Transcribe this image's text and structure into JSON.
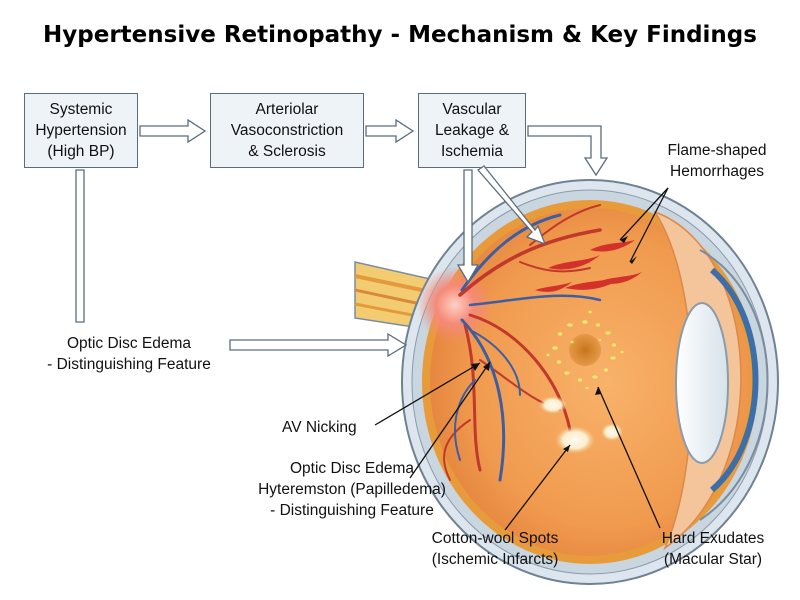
{
  "title": "Hypertensive Retinopathy - Mechanism & Key Findings",
  "flow": {
    "box1": "Systemic\nHypertension\n(High BP)",
    "box2": "Arteriolar\nVasoconstriction\n& Sclerosis",
    "box3": "Vascular\nLeakage &\nIschemia"
  },
  "labels": {
    "optic_disc_edema_left": "Optic Disc Edema\n- Distinguishing Feature",
    "av_nicking": "AV Nicking",
    "optic_disc_edema_bottom": "Optic Disc Edema\nHyteremston (Papilledema)\n- Distinguishing Feature",
    "flame_hemorrhages": "Flame-shaped\nHemorrhages",
    "cotton_wool": "Cotton-wool Spots\n(Ischemic Infarcts)",
    "hard_exudates": "Hard Exudates\n(Macular Star)"
  },
  "colors": {
    "box_fill": "#eef3f8",
    "box_border": "#5b6c7c",
    "sclera": "#dde6ee",
    "retina": "#f2a05a",
    "artery": "#c0392b",
    "vein": "#3d5fa0",
    "optic_disc": "#f07a6a",
    "exudate": "#f6e27a",
    "cotton_wool": "#fbf1d8"
  }
}
